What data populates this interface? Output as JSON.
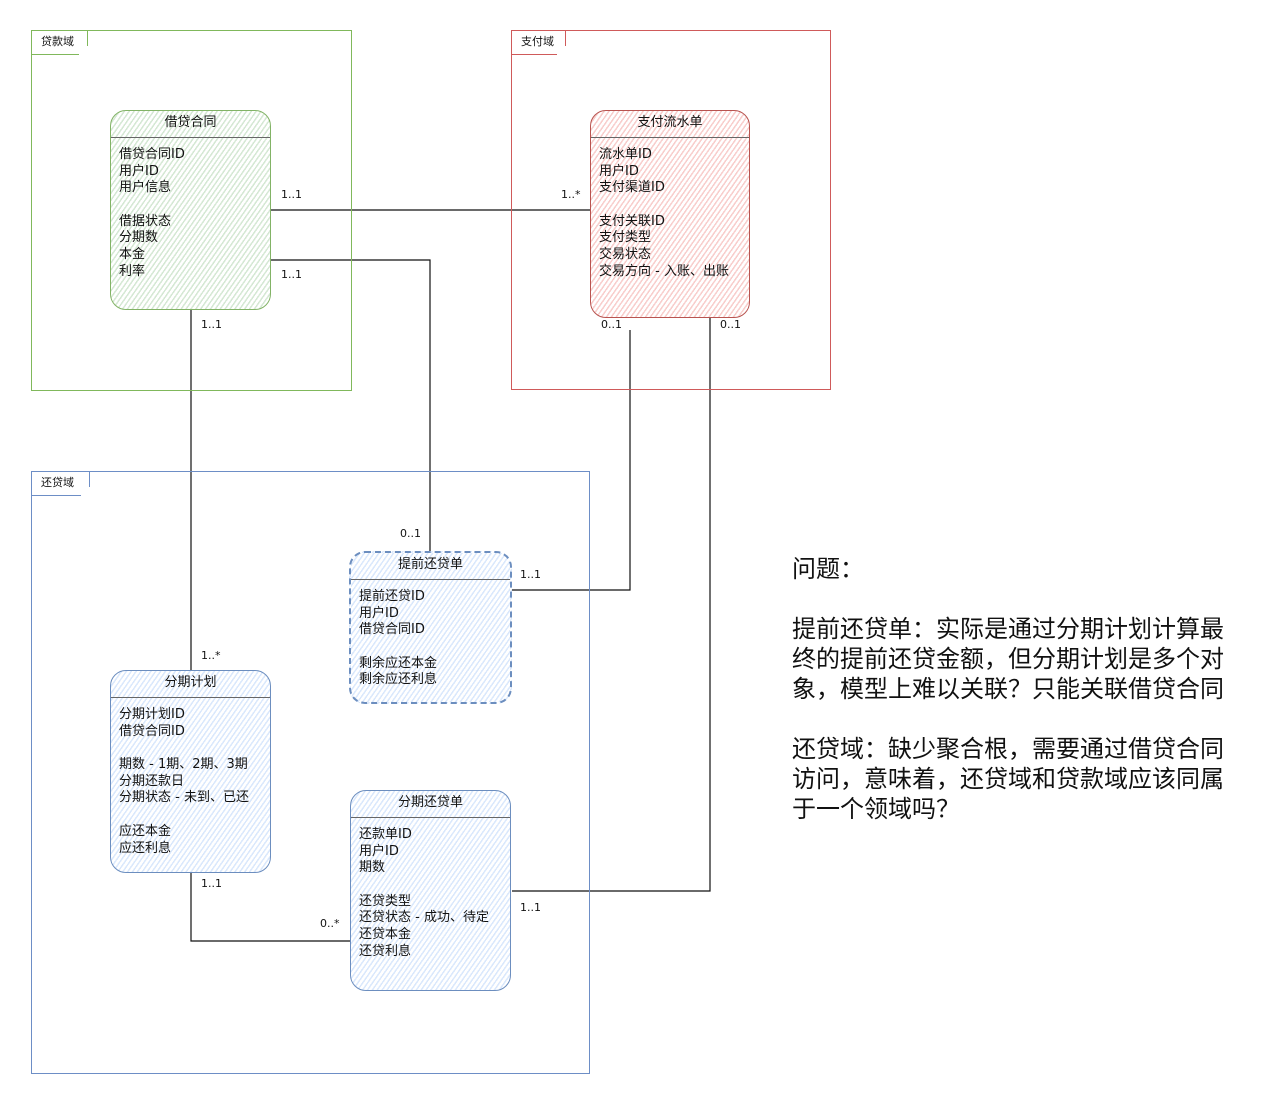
{
  "domains": {
    "loan": "贷款域",
    "payment": "支付域",
    "repayment": "还贷域"
  },
  "entities": {
    "loan_contract": {
      "title": "借贷合同",
      "fields": [
        "借贷合同ID",
        "用户ID",
        "用户信息",
        "",
        "借据状态",
        "分期数",
        "本金",
        "利率"
      ]
    },
    "payment_record": {
      "title": "支付流水单",
      "fields": [
        "流水单ID",
        "用户ID",
        "支付渠道ID",
        "",
        "支付关联ID",
        "支付类型",
        "交易状态",
        "交易方向 - 入账、出账"
      ]
    },
    "prepayment": {
      "title": "提前还贷单",
      "fields": [
        "提前还贷ID",
        "用户ID",
        "借贷合同ID",
        "",
        "剩余应还本金",
        "剩余应还利息"
      ]
    },
    "installment_plan": {
      "title": "分期计划",
      "fields": [
        "分期计划ID",
        "借贷合同ID",
        "",
        "期数 - 1期、2期、3期",
        "分期还款日",
        "分期状态 - 未到、已还",
        "",
        "应还本金",
        "应还利息"
      ]
    },
    "installment_repayment": {
      "title": "分期还贷单",
      "fields": [
        "还款单ID",
        "用户ID",
        "期数",
        "",
        "还贷类型",
        "还贷状态 - 成功、待定",
        "还贷本金",
        "还贷利息"
      ]
    }
  },
  "multiplicities": {
    "contract_to_payment_left": "1..1",
    "contract_to_payment_right": "1..*",
    "contract_to_prepay_top": "1..1",
    "contract_bottom": "1..1",
    "prepay_top": "0..1",
    "pay_bottom_left": "0..1",
    "pay_bottom_right": "0..1",
    "prepay_right": "1..1",
    "plan_top": "1..*",
    "plan_bottom": "1..1",
    "repay_left": "0..*",
    "repay_right": "1..1"
  },
  "notes": {
    "heading": "问题：",
    "para1": "提前还贷单：实际是通过分期计划计算最终的提前还贷金额，但分期计划是多个对象，模型上难以关联？只能关联借贷合同",
    "para2": "还贷域：缺少聚合根，需要通过借贷合同访问，意味着，还贷域和贷款域应该同属于一个领域吗？"
  }
}
